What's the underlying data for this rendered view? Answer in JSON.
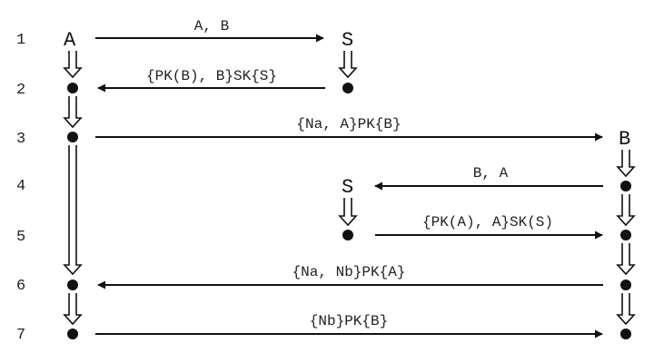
{
  "step_numbers": [
    "1",
    "2",
    "3",
    "4",
    "5",
    "6",
    "7"
  ],
  "parties": {
    "a_top": "A",
    "s_top": "S",
    "b_mid": "B",
    "s_mid": "S"
  },
  "messages": {
    "m1": "A, B",
    "m2": "{PK(B), B}SK{S}",
    "m3": "{Na, A}PK{B}",
    "m4": "B, A",
    "m5": "{PK(A), A}SK(S)",
    "m6": "{Na, Nb}PK{A}",
    "m7": "{Nb}PK{B}"
  }
}
